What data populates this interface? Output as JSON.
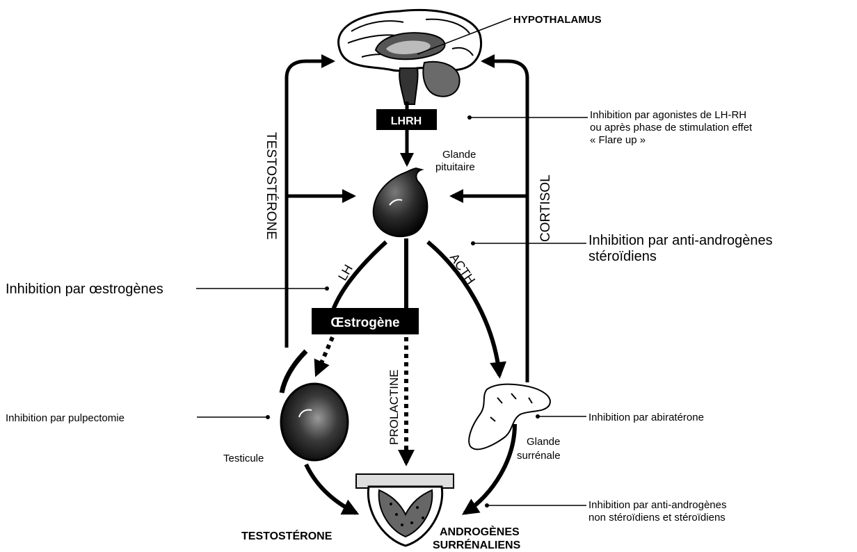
{
  "organs": {
    "hypothalamus": "HYPOTHALAMUS",
    "pituitary": [
      "Glande",
      "pituitaire"
    ],
    "testicle": "Testicule",
    "adrenal": [
      "Glande",
      "surrénale"
    ]
  },
  "boxes": {
    "lhrh": "LHRH",
    "estrogen": "Œstrogène"
  },
  "pathways": {
    "testosterone_feedback": "TESTOSTÉRONE",
    "cortisol_feedback": "CORTISOL",
    "lh": "LH",
    "acth": "ACTH",
    "prolactin": "PROLACTINE"
  },
  "outputs": {
    "testosterone": "TESTOSTÉRONE",
    "adrenal_androgens": [
      "ANDROGÈNES",
      "SURRÉNALIENS"
    ]
  },
  "inhibitions": {
    "lhrh_agonists": [
      "Inhibition par agonistes de LH-RH",
      "ou après phase de stimulation effet",
      "« Flare up »"
    ],
    "steroidal_antiandrogens": [
      "Inhibition par anti-androgènes",
      "stéroïdiens"
    ],
    "estrogens": "Inhibition par œstrogènes",
    "pulpectomy": "Inhibition par pulpectomie",
    "abiraterone": "Inhibition par abiratérone",
    "nonsteroidal_antiandrogens": [
      "Inhibition par anti-androgènes",
      "non stéroïdiens et stéroïdiens"
    ]
  }
}
